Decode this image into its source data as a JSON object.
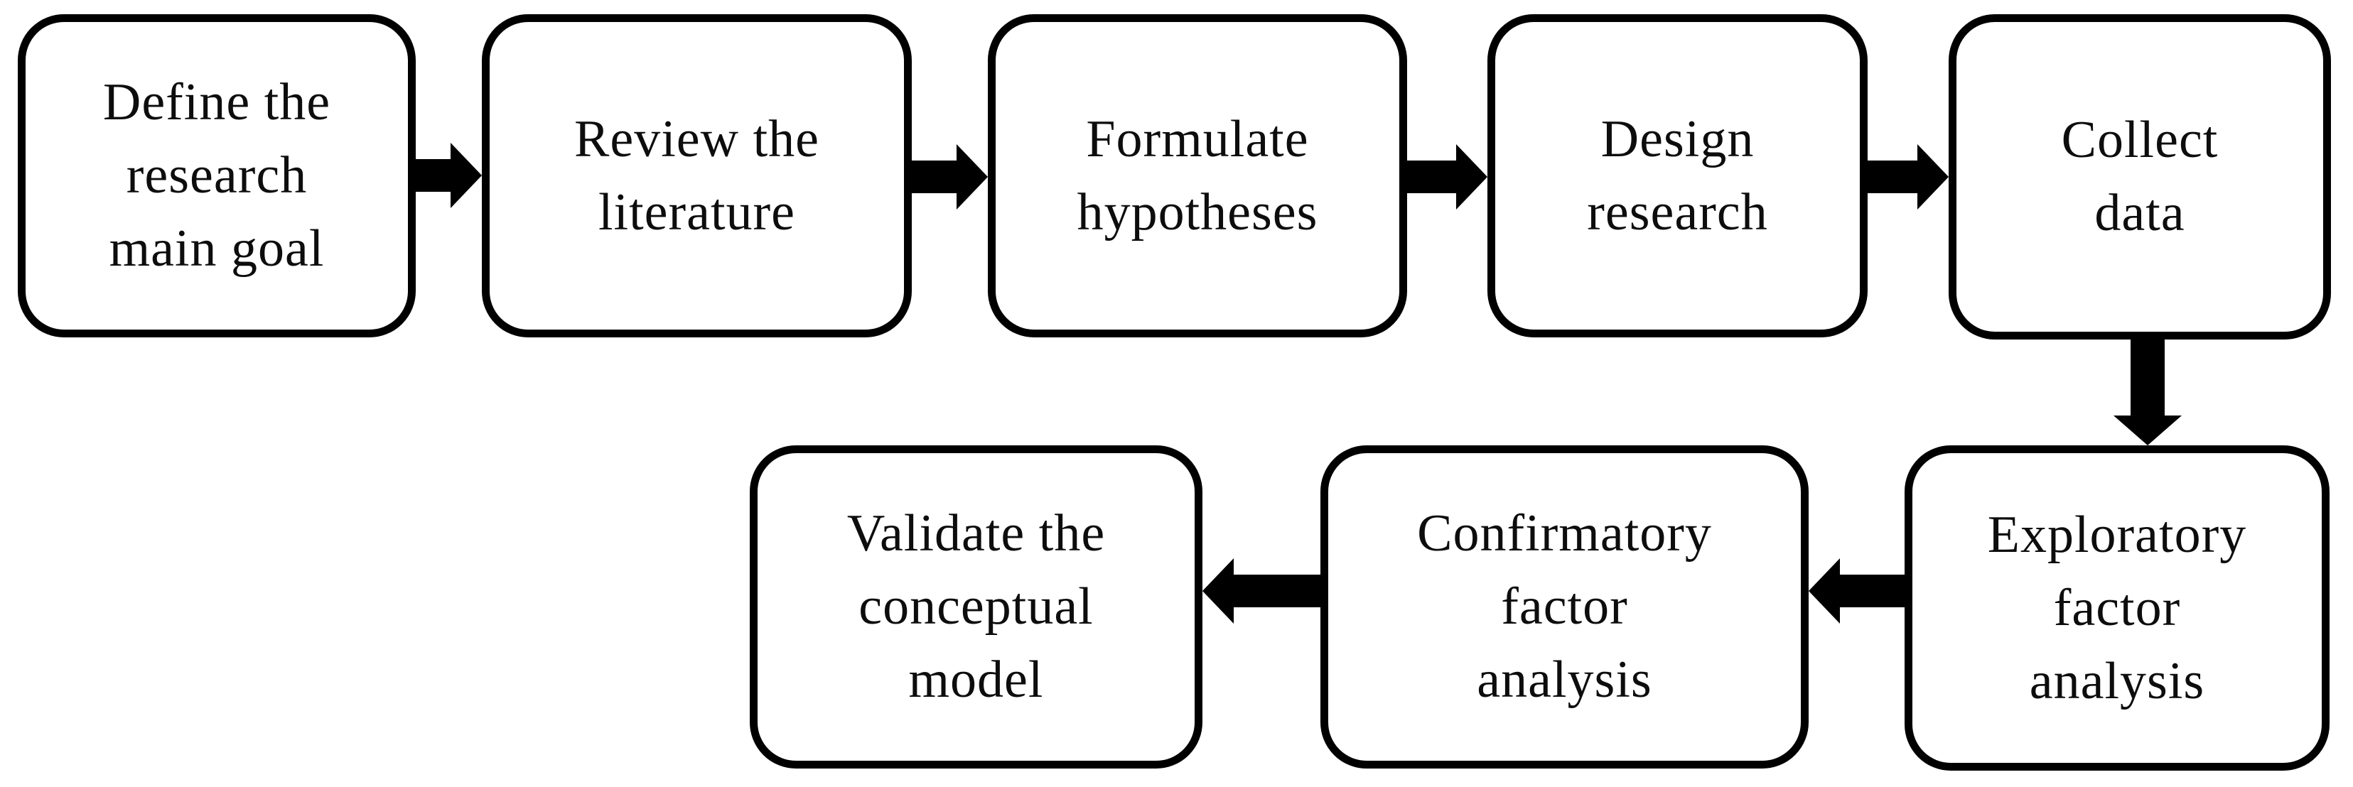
{
  "diagram": {
    "type": "flowchart",
    "description": "Research methodology process flowchart with eight rounded steps connected by thick black arrows",
    "colors": {
      "background": "#ffffff",
      "box_fill": "#ffffff",
      "box_border": "#000000",
      "arrow": "#000000",
      "text": "#0d0d0d"
    },
    "steps": [
      {
        "name": "define-goal",
        "label": "Define the\nresearch\nmain goal"
      },
      {
        "name": "review-literature",
        "label": "Review the\nliterature"
      },
      {
        "name": "formulate-hypotheses",
        "label": "Formulate\nhypotheses"
      },
      {
        "name": "design-research",
        "label": "Design\nresearch"
      },
      {
        "name": "collect-data",
        "label": "Collect\ndata"
      },
      {
        "name": "exploratory-factor-analysis",
        "label": "Exploratory\nfactor\nanalysis"
      },
      {
        "name": "confirmatory-factor-analysis",
        "label": "Confirmatory\nfactor\nanalysis"
      },
      {
        "name": "validate-model",
        "label": "Validate the\nconceptual\nmodel"
      }
    ],
    "connections": [
      {
        "from": "define-goal",
        "to": "review-literature",
        "direction": "right"
      },
      {
        "from": "review-literature",
        "to": "formulate-hypotheses",
        "direction": "right"
      },
      {
        "from": "formulate-hypotheses",
        "to": "design-research",
        "direction": "right"
      },
      {
        "from": "design-research",
        "to": "collect-data",
        "direction": "right"
      },
      {
        "from": "collect-data",
        "to": "exploratory-factor-analysis",
        "direction": "down"
      },
      {
        "from": "exploratory-factor-analysis",
        "to": "confirmatory-factor-analysis",
        "direction": "left"
      },
      {
        "from": "confirmatory-factor-analysis",
        "to": "validate-model",
        "direction": "left"
      }
    ]
  }
}
